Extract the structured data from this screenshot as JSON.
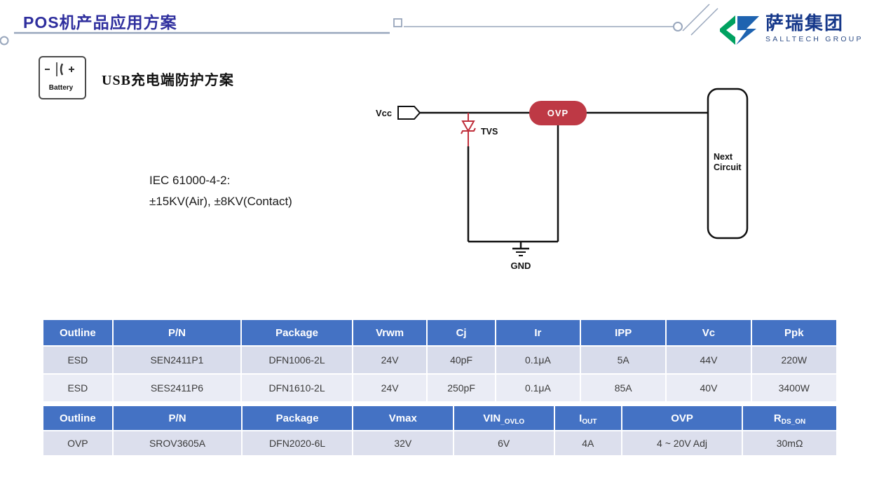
{
  "header": {
    "title": "POS机产品应用方案",
    "logo_cn": "萨瑞集团",
    "logo_en": "SALLTECH GROUP"
  },
  "intro": {
    "battery_label": "Battery",
    "heading": "USB充电端防护方案",
    "iec_line1": "IEC 61000-4-2:",
    "iec_line2": "±15KV(Air), ±8KV(Contact)"
  },
  "circuit": {
    "vcc_label": "Vcc",
    "tvs_label": "TVS",
    "ovp_label": "OVP",
    "next_line1": "Next",
    "next_line2": "Circuit",
    "gnd_label": "GND"
  },
  "esd_table": {
    "headers": [
      "Outline",
      "P/N",
      "Package",
      "Vrwm",
      "Cj",
      "Ir",
      "IPP",
      "Vc",
      "Ppk"
    ],
    "rows": [
      [
        "ESD",
        "SEN2411P1",
        "DFN1006-2L",
        "24V",
        "40pF",
        "0.1μA",
        "5A",
        "44V",
        "220W"
      ],
      [
        "ESD",
        "SES2411P6",
        "DFN1610-2L",
        "24V",
        "250pF",
        "0.1μA",
        "85A",
        "40V",
        "3400W"
      ]
    ]
  },
  "ovp_table": {
    "headers": [
      {
        "main": "Outline",
        "sub": ""
      },
      {
        "main": "P/N",
        "sub": ""
      },
      {
        "main": "Package",
        "sub": ""
      },
      {
        "main": "Vmax",
        "sub": ""
      },
      {
        "main": "VIN",
        "sub": "_OVLO"
      },
      {
        "main": "I",
        "sub": "OUT"
      },
      {
        "main": "OVP",
        "sub": ""
      },
      {
        "main": "R",
        "sub": "DS_ON"
      }
    ],
    "rows": [
      [
        "OVP",
        "SROV3605A",
        "DFN2020-6L",
        "32V",
        "6V",
        "4A",
        "4 ~ 20V Adj",
        "30mΩ"
      ]
    ]
  },
  "colors": {
    "title": "#2F2F9E",
    "table_header_blue": "#4472C4",
    "row_shade_a": "#D8DCEB",
    "row_shade_b": "#EAECF5",
    "ovp_red": "#BE3945",
    "tvs_red": "#C0303C",
    "logo_green": "#00A160",
    "logo_blue": "#1E63B0"
  }
}
